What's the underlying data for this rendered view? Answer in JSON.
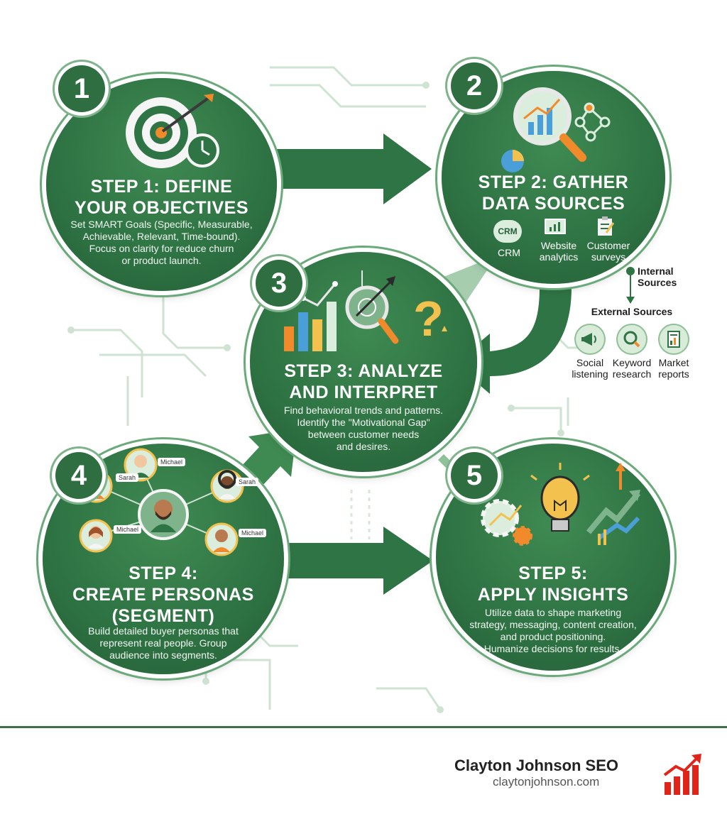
{
  "steps": [
    {
      "number": "1",
      "title_line1": "STEP 1: DEFINE",
      "title_line2": "YOUR OBJECTIVES",
      "title_line3": "",
      "desc": [
        "Set SMART Goals (Specific, Measurable,",
        "Achievable, Relevant, Time-bound).",
        "Focus on clarity for reduce churn",
        "or product launch."
      ]
    },
    {
      "number": "2",
      "title_line1": "STEP 2: GATHER",
      "title_line2": "DATA SOURCES",
      "title_line3": "",
      "sources": [
        {
          "label1": "CRM",
          "label2": ""
        },
        {
          "label1": "Website",
          "label2": "analytics"
        },
        {
          "label1": "Customer",
          "label2": "surveys"
        }
      ],
      "crm_badge": "CRM"
    },
    {
      "number": "3",
      "title_line1": "STEP 3: ANALYZE",
      "title_line2": "AND INTERPRET",
      "title_line3": "",
      "desc": [
        "Find behavioral trends and patterns.",
        "Identify the \"Motivational Gap\"",
        "between customer needs",
        "and desires."
      ]
    },
    {
      "number": "4",
      "title_line1": "STEP 4:",
      "title_line2": "CREATE PERSONAS",
      "title_line3": "(SEGMENT)",
      "desc": [
        "Build detailed buyer personas that",
        "represent real people. Group",
        "audience into segments."
      ],
      "persona_tags": [
        "Sarah",
        "Michael",
        "Sarah",
        "Michael",
        "Michael"
      ]
    },
    {
      "number": "5",
      "title_line1": "STEP 5:",
      "title_line2": "APPLY INSIGHTS",
      "title_line3": "",
      "desc": [
        "Utilize data to shape marketing",
        "strategy, messaging, content creation,",
        "and product positioning.",
        "Humanize decisions for results."
      ]
    }
  ],
  "sources_panel": {
    "internal_label1": "Internal",
    "internal_label2": "Sources",
    "external_heading": "External Sources",
    "external": [
      {
        "label1": "Social",
        "label2": "listening"
      },
      {
        "label1": "Keyword",
        "label2": "research"
      },
      {
        "label1": "Market",
        "label2": "reports"
      }
    ]
  },
  "footer": {
    "brand": "Clayton Johnson SEO",
    "url": "claytonjohnson.com"
  },
  "colors": {
    "primary": "#2f7444",
    "dark": "#245f37",
    "accent_orange": "#f08a2b",
    "accent_yellow": "#f2c14e",
    "brand_red": "#e2231a"
  }
}
